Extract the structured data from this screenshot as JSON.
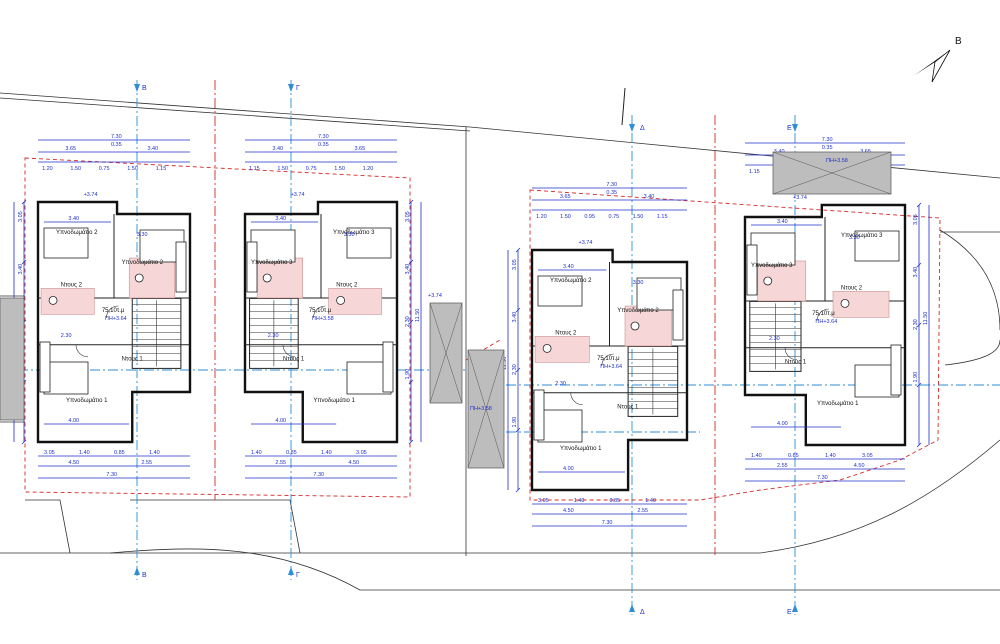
{
  "north": {
    "label": "B"
  },
  "grid_axes": {
    "B": "B",
    "G": "Γ",
    "D": "Δ",
    "E": "E"
  },
  "houses": [
    {
      "id": "A",
      "area": "75,10τ.μ",
      "rooms": {
        "bed1": "Υπνοδωμάτιο 1",
        "bed2": "Υπνοδωμάτιο 2",
        "bath1": "Ντους 1",
        "bath2": "Ντους 2"
      },
      "dims_top": [
        "7.30",
        "3.65",
        "0.35",
        "3.40",
        "1.20",
        "1.50",
        "0.75",
        "1.50",
        "1.15"
      ],
      "dims_bottom": [
        "3.05",
        "1.40",
        "0.85",
        "1.40",
        "4.50",
        "2.55",
        "7.30"
      ],
      "dims_in": [
        "3.40",
        "3.30",
        "2.30",
        "4.00"
      ],
      "dims_side": [
        "11.50",
        "3.05",
        "3.40",
        "2.30",
        "1.90"
      ],
      "levels": [
        "+3.74",
        "ΠΗ+3.64"
      ]
    },
    {
      "id": "B",
      "area": "75,10τ.μ",
      "rooms": {
        "bed1": "Υπνοδωμάτιο 1",
        "bed2": "Υπνοδωμάτιο 3",
        "bath1": "Ντους 1",
        "bath2": "Ντους 2"
      },
      "dims_top": [
        "7.30",
        "3.40",
        "0.35",
        "3.65",
        "1.15",
        "1.50",
        "0.75",
        "1.50",
        "1.20"
      ],
      "dims_bottom": [
        "1.40",
        "0.85",
        "1.40",
        "3.05",
        "2.55",
        "4.50",
        "7.30"
      ],
      "dims_in": [
        "3.40",
        "3.30",
        "2.30",
        "4.00"
      ],
      "dims_side": [
        "11.50",
        "3.05",
        "3.40",
        "2.30",
        "1.90"
      ],
      "levels": [
        "+3.74",
        "ΠΗ+3.58"
      ]
    },
    {
      "id": "C",
      "area": "75,10τ.μ",
      "rooms": {
        "bed1": "Υπνοδωμάτιο 1",
        "bed2": "Υπνοδωμάτιο 2",
        "bath1": "Ντους 1",
        "bath2": "Ντους 2"
      },
      "dims_top": [
        "7.30",
        "3.65",
        "0.35",
        "3.40",
        "1.20",
        "1.50",
        "0.95",
        "0.75",
        "1.50",
        "1.15"
      ],
      "dims_bottom": [
        "3.05",
        "1.40",
        "0.85",
        "1.40",
        "4.50",
        "2.55",
        "7.30"
      ],
      "dims_in": [
        "3.40",
        "3.30",
        "2.30",
        "4.00"
      ],
      "dims_side": [
        "11.50",
        "3.05",
        "3.40",
        "2.30",
        "1.90"
      ],
      "levels": [
        "+3.74",
        "ΠΗ+3.64"
      ]
    },
    {
      "id": "D",
      "area": "75,10τ.μ",
      "rooms": {
        "bed1": "Υπνοδωμάτιο 1",
        "bed2": "Υπνοδωμάτιο 3",
        "bath1": "Ντους 1",
        "bath2": "Ντους 2"
      },
      "dims_top": [
        "7.30",
        "3.40",
        "0.35",
        "3.65",
        "1.15",
        "1.50",
        "0.95",
        "0.75",
        "1.50",
        "1.20"
      ],
      "dims_bottom": [
        "1.40",
        "0.85",
        "1.40",
        "3.05",
        "2.55",
        "4.50",
        "7.30"
      ],
      "dims_in": [
        "3.40",
        "3.30",
        "2.30",
        "4.00"
      ],
      "dims_side": [
        "11.50",
        "3.05",
        "3.40",
        "2.30",
        "1.90"
      ],
      "levels": [
        "+3.74",
        "ΠΗ+3.64"
      ]
    }
  ],
  "terrace_level": "ΠΗ+3.58",
  "misc_level": "+3.74"
}
